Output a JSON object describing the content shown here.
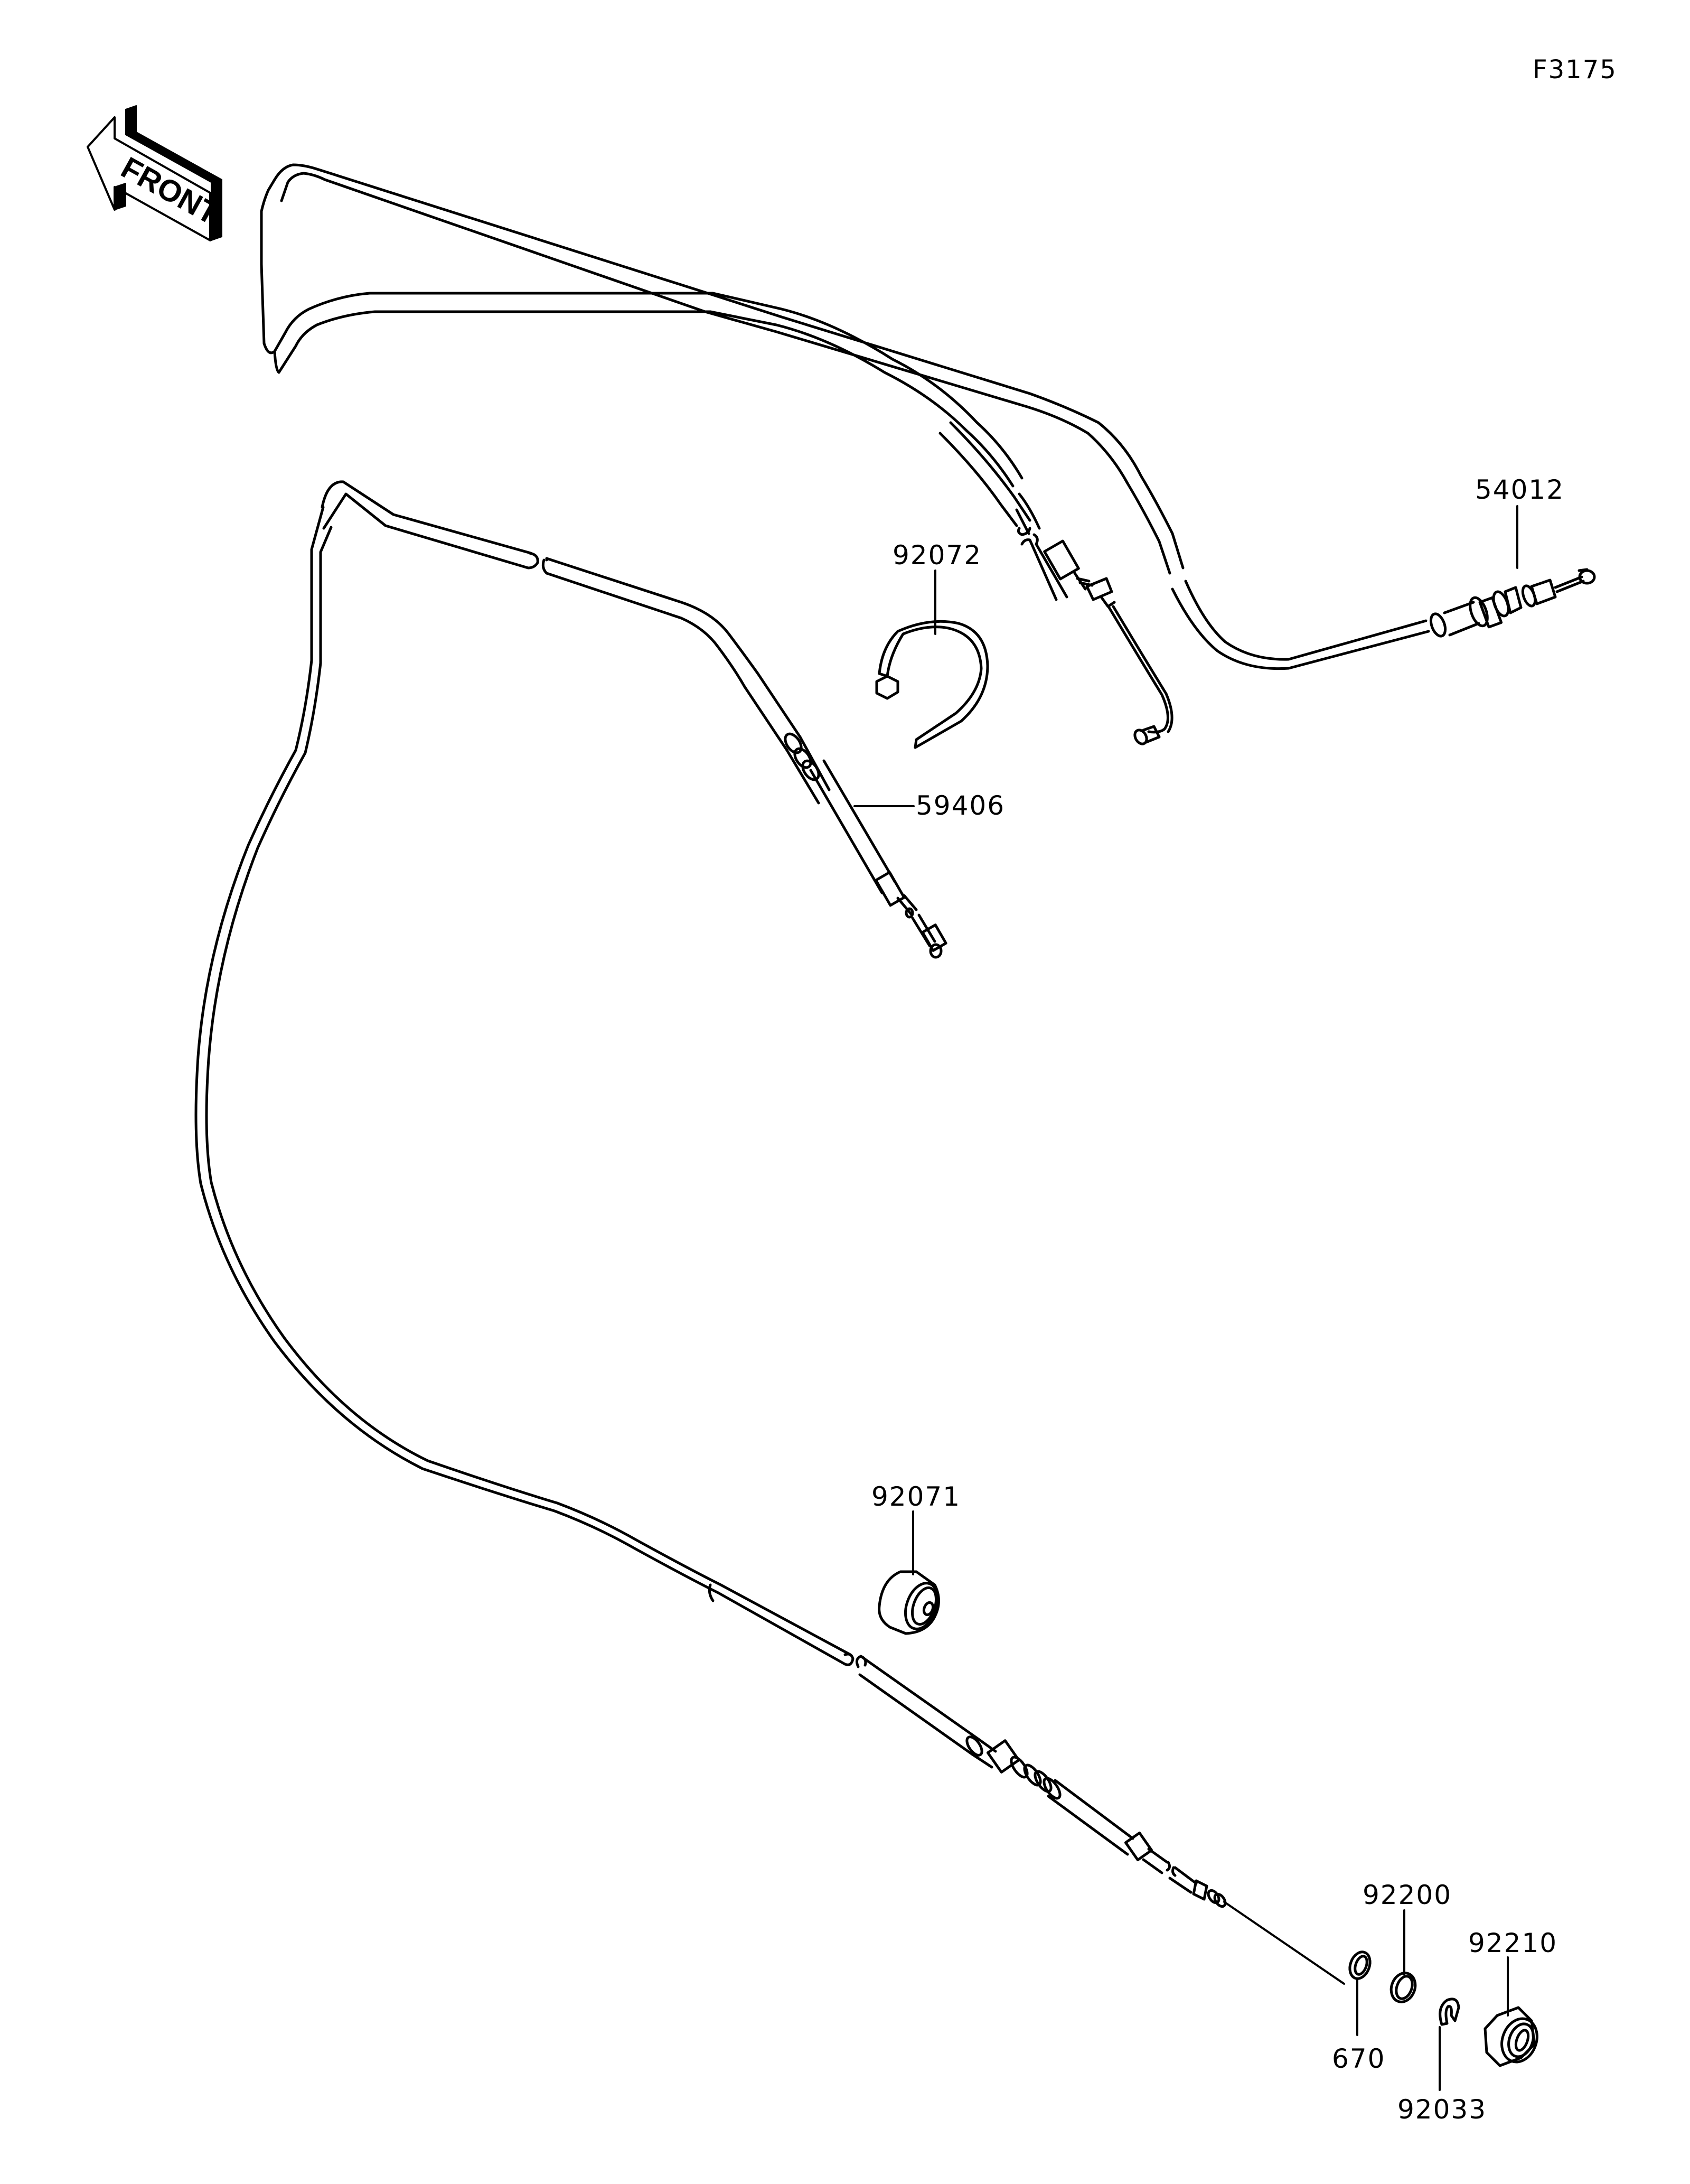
{
  "diagram": {
    "id": "F3175",
    "direction_indicator": "FRONT",
    "line_color": "#000000",
    "background": "#ffffff"
  },
  "callouts": [
    {
      "part_no": "54012",
      "part": "throttle-cable"
    },
    {
      "part_no": "92072",
      "part": "cable-tie-band"
    },
    {
      "part_no": "59406",
      "part": "shift-cable"
    },
    {
      "part_no": "92071",
      "part": "grommet"
    },
    {
      "part_no": "92200",
      "part": "washer"
    },
    {
      "part_no": "92210",
      "part": "lock-nut"
    },
    {
      "part_no": "670",
      "part": "o-ring"
    },
    {
      "part_no": "92033",
      "part": "circlip"
    }
  ]
}
